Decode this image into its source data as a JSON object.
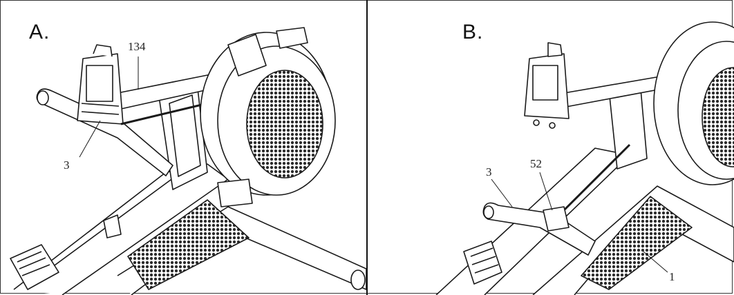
{
  "panels": [
    {
      "letter": "A.",
      "callouts": [
        {
          "label": "134"
        },
        {
          "label": "3"
        }
      ]
    },
    {
      "letter": "B.",
      "callouts": [
        {
          "label": "3"
        },
        {
          "label": "52"
        },
        {
          "label": "1"
        }
      ]
    }
  ],
  "colors": {
    "line": "#1a1a1a",
    "mesh": "#2b2b2b",
    "paper": "#ffffff"
  }
}
